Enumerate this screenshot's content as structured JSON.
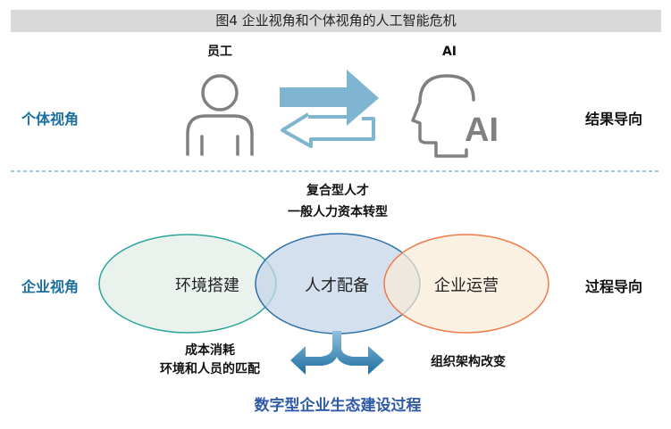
{
  "title": "图4 企业视角和个体视角的人工智能危机",
  "top": {
    "employee_label": "员工",
    "ai_label": "AI",
    "ai_head_text": "AI",
    "left_label": "个体视角",
    "right_label": "结果导向"
  },
  "bottom": {
    "left_label": "企业视角",
    "right_label": "过程导向",
    "top_note_1": "复合型人才",
    "top_note_2": "一般人力资本转型",
    "circles": [
      "环境搭建",
      "人才配备",
      "企业运营"
    ],
    "left_note_1": "成本消耗",
    "left_note_2": "环境和人员的匹配",
    "right_note": "组织架构改变",
    "footer": "数字型企业生态建设过程"
  },
  "colors": {
    "accent_blue": "#1a6fa0",
    "arrow_blue": "#7fb5d0",
    "footer_blue": "#2f5aa8",
    "teal": "#2aa59a",
    "orange": "#ee7a4a"
  }
}
